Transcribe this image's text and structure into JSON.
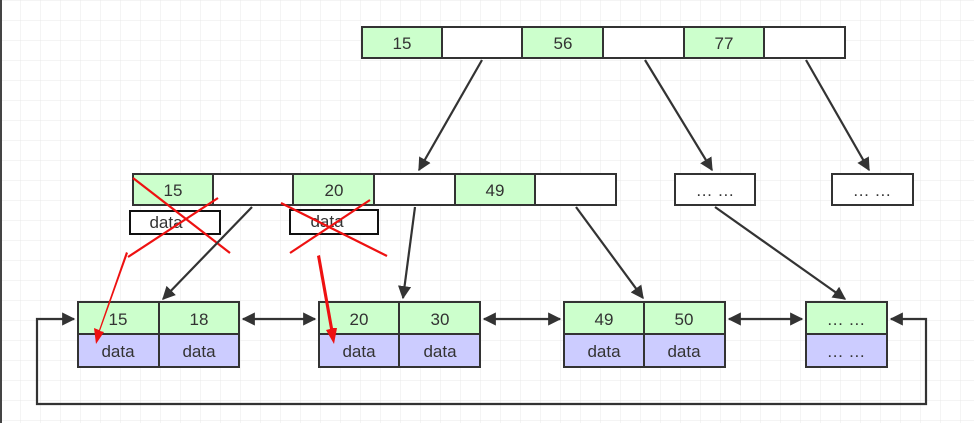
{
  "colors": {
    "key_cell": "#ccffcc",
    "data_cell": "#ccccff",
    "pointer_cell": "#ffffff",
    "border": "#333333",
    "cross": "#ee1111",
    "grid": "#e6e6e6"
  },
  "root": {
    "keys": [
      "15",
      "56",
      "77"
    ]
  },
  "internal": {
    "keys": [
      "15",
      "20",
      "49"
    ],
    "removed_data_label": "data"
  },
  "placeholders": {
    "left": "… …",
    "right": "… …"
  },
  "leaves": [
    {
      "keys": [
        "15",
        "18"
      ],
      "data": [
        "data",
        "data"
      ]
    },
    {
      "keys": [
        "20",
        "30"
      ],
      "data": [
        "data",
        "data"
      ]
    },
    {
      "keys": [
        "49",
        "50"
      ],
      "data": [
        "data",
        "data"
      ]
    },
    {
      "keys": [
        "… …"
      ],
      "data": [
        "… …"
      ]
    }
  ]
}
